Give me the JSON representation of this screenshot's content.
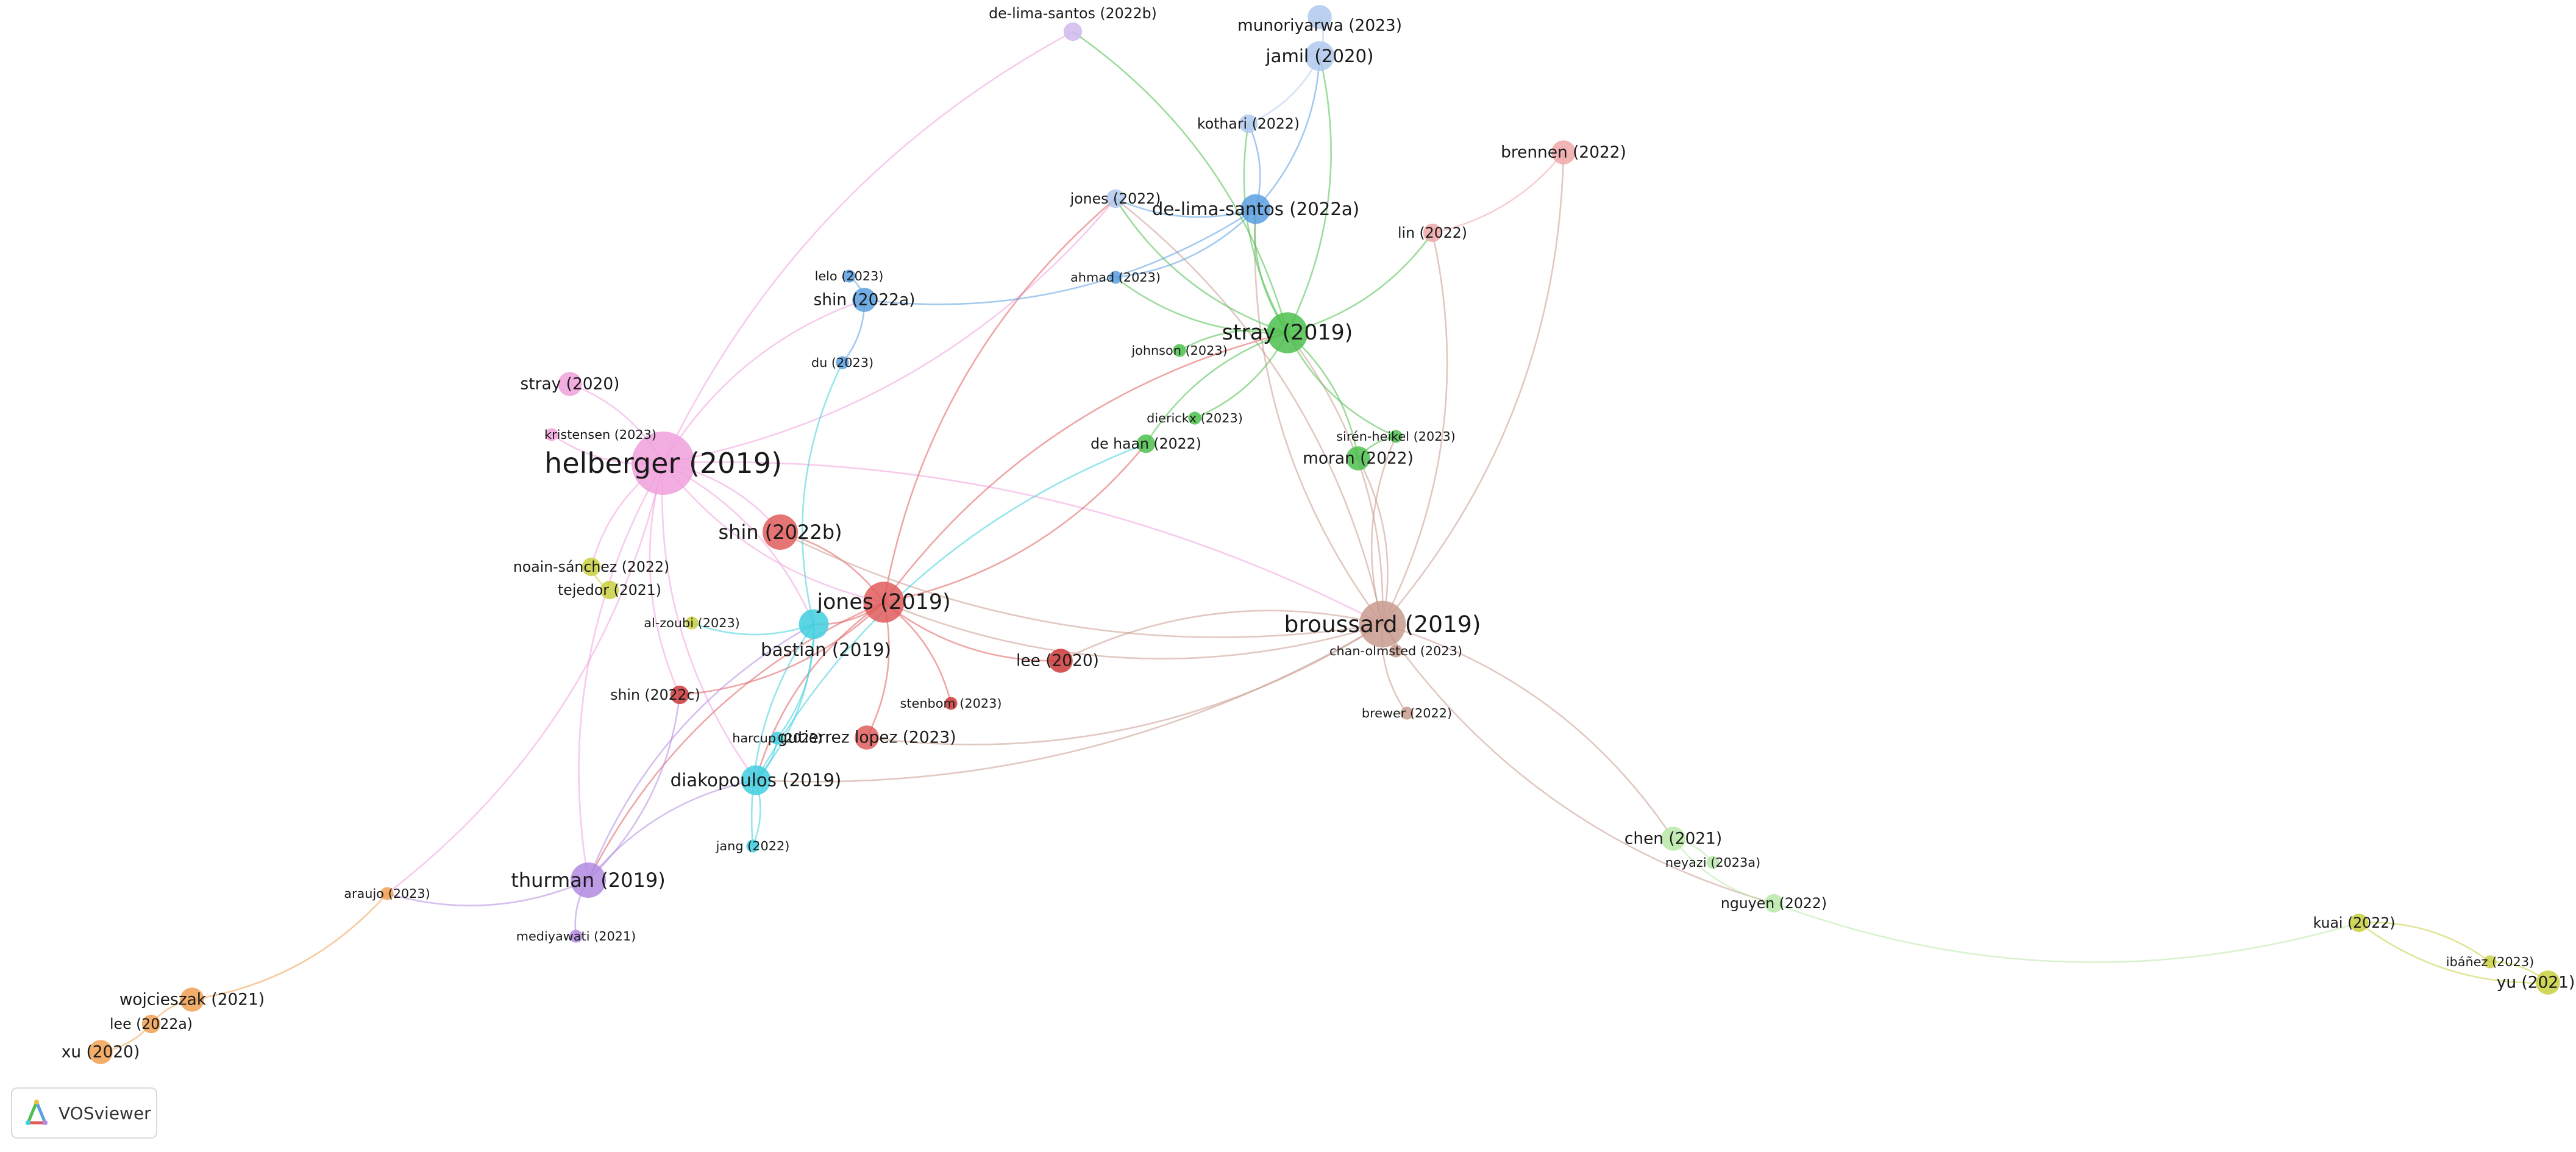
{
  "app": {
    "name": "VOSviewer",
    "logo_icon": "vosviewer-logo-icon"
  },
  "clusters": {
    "red": "#e05c5c",
    "green": "#4cbf4c",
    "blue": "#5a9fe0",
    "cyan": "#3fcfdf",
    "purple": "#b28ae0",
    "pink": "#f0a0dc",
    "brown": "#c89a8e",
    "orange": "#f0a050",
    "yellow": "#c8d040",
    "lightblue": "#b0c8ec",
    "lightred": "#f0a8a8",
    "lightgreen": "#b8e8a8",
    "lightpurple": "#d0b8ec",
    "darkred": "#cc3a3a"
  },
  "network": {
    "nodes": [
      {
        "id": "helberger",
        "label": "helberger (2019)",
        "weight": 10,
        "cluster": "pink"
      },
      {
        "id": "jones2019",
        "label": "jones (2019)",
        "weight": 6,
        "cluster": "red"
      },
      {
        "id": "broussard",
        "label": "broussard (2019)",
        "weight": 7,
        "cluster": "brown"
      },
      {
        "id": "stray2019",
        "label": "stray (2019)",
        "weight": 6,
        "cluster": "green"
      },
      {
        "id": "shin2022b",
        "label": "shin (2022b)",
        "weight": 5,
        "cluster": "red"
      },
      {
        "id": "thurman",
        "label": "thurman (2019)",
        "weight": 5,
        "cluster": "purple"
      },
      {
        "id": "diakopoulos",
        "label": "diakopoulos (2019)",
        "weight": 4,
        "cluster": "cyan"
      },
      {
        "id": "delima2022a",
        "label": "de-lima-santos (2022a)",
        "weight": 4,
        "cluster": "blue"
      },
      {
        "id": "jamil",
        "label": "jamil (2020)",
        "weight": 4,
        "cluster": "lightblue"
      },
      {
        "id": "bastian",
        "label": "bastian (2019)",
        "weight": 4,
        "cluster": "cyan"
      },
      {
        "id": "shin2022a",
        "label": "shin (2022a)",
        "weight": 3,
        "cluster": "blue"
      },
      {
        "id": "lee2020",
        "label": "lee (2020)",
        "weight": 3,
        "cluster": "darkred"
      },
      {
        "id": "munoriyarwa",
        "label": "munoriyarwa (2023)",
        "weight": 3,
        "cluster": "lightblue"
      },
      {
        "id": "brennen",
        "label": "brennen (2022)",
        "weight": 3,
        "cluster": "lightred"
      },
      {
        "id": "moran",
        "label": "moran (2022)",
        "weight": 3,
        "cluster": "green"
      },
      {
        "id": "gutierrez",
        "label": "gutierrez lopez (2023)",
        "weight": 3,
        "cluster": "red"
      },
      {
        "id": "chen",
        "label": "chen (2021)",
        "weight": 3,
        "cluster": "lightgreen"
      },
      {
        "id": "wojcieszak",
        "label": "wojcieszak (2021)",
        "weight": 3,
        "cluster": "orange"
      },
      {
        "id": "xu",
        "label": "xu (2020)",
        "weight": 3,
        "cluster": "orange"
      },
      {
        "id": "yu",
        "label": "yu (2021)",
        "weight": 3,
        "cluster": "yellow"
      },
      {
        "id": "stray2020",
        "label": "stray (2020)",
        "weight": 3,
        "cluster": "pink"
      },
      {
        "id": "dehaan",
        "label": "de haan (2022)",
        "weight": 2,
        "cluster": "green"
      },
      {
        "id": "kothari",
        "label": "kothari (2022)",
        "weight": 2,
        "cluster": "lightblue"
      },
      {
        "id": "jones2022",
        "label": "jones (2022)",
        "weight": 2,
        "cluster": "lightblue"
      },
      {
        "id": "lin",
        "label": "lin (2022)",
        "weight": 2,
        "cluster": "lightred"
      },
      {
        "id": "noain",
        "label": "noain-sánchez (2022)",
        "weight": 2,
        "cluster": "yellow"
      },
      {
        "id": "tejedor",
        "label": "tejedor (2021)",
        "weight": 2,
        "cluster": "yellow"
      },
      {
        "id": "shin2022c",
        "label": "shin (2022c)",
        "weight": 2,
        "cluster": "darkred"
      },
      {
        "id": "nguyen",
        "label": "nguyen (2022)",
        "weight": 2,
        "cluster": "lightgreen"
      },
      {
        "id": "kuai",
        "label": "kuai (2022)",
        "weight": 2,
        "cluster": "yellow"
      },
      {
        "id": "lee2022a",
        "label": "lee (2022a)",
        "weight": 2,
        "cluster": "orange"
      },
      {
        "id": "delima2022b",
        "label": "de-lima-santos (2022b)",
        "weight": 2,
        "cluster": "lightpurple"
      },
      {
        "id": "johnson",
        "label": "johnson (2023)",
        "weight": 1,
        "cluster": "green"
      },
      {
        "id": "dierickx",
        "label": "dierickx (2023)",
        "weight": 1,
        "cluster": "green"
      },
      {
        "id": "siren",
        "label": "sirén-heikel (2023)",
        "weight": 1,
        "cluster": "green"
      },
      {
        "id": "kristensen",
        "label": "kristensen (2023)",
        "weight": 1,
        "cluster": "pink"
      },
      {
        "id": "lelo",
        "label": "lelo (2023)",
        "weight": 1,
        "cluster": "blue"
      },
      {
        "id": "du",
        "label": "du (2023)",
        "weight": 1,
        "cluster": "blue"
      },
      {
        "id": "ahmad",
        "label": "ahmad (2023)",
        "weight": 1,
        "cluster": "blue"
      },
      {
        "id": "alzoubi",
        "label": "al-zoubi (2023)",
        "weight": 1,
        "cluster": "yellow"
      },
      {
        "id": "stenbom",
        "label": "stenbom (2023)",
        "weight": 1,
        "cluster": "darkred"
      },
      {
        "id": "harcup",
        "label": "harcup (2023)",
        "weight": 1,
        "cluster": "cyan"
      },
      {
        "id": "jang",
        "label": "jang (2022)",
        "weight": 1,
        "cluster": "cyan"
      },
      {
        "id": "chanolmsted",
        "label": "chan-olmsted (2023)",
        "weight": 1,
        "cluster": "brown"
      },
      {
        "id": "brewer",
        "label": "brewer (2022)",
        "weight": 1,
        "cluster": "brown"
      },
      {
        "id": "neyazi",
        "label": "neyazi (2023a)",
        "weight": 1,
        "cluster": "lightgreen"
      },
      {
        "id": "ibanez",
        "label": "ibáñez (2023)",
        "weight": 1,
        "cluster": "yellow"
      },
      {
        "id": "araujo",
        "label": "araujo (2023)",
        "weight": 1,
        "cluster": "orange"
      },
      {
        "id": "mediyawati",
        "label": "mediyawati (2021)",
        "weight": 1,
        "cluster": "purple"
      }
    ],
    "links": [
      [
        "helberger",
        "jones2019"
      ],
      [
        "helberger",
        "shin2022b"
      ],
      [
        "helberger",
        "thurman"
      ],
      [
        "helberger",
        "broussard"
      ],
      [
        "helberger",
        "stray2020"
      ],
      [
        "helberger",
        "kristensen"
      ],
      [
        "helberger",
        "noain"
      ],
      [
        "helberger",
        "shin2022a"
      ],
      [
        "helberger",
        "jones2022"
      ],
      [
        "helberger",
        "bastian"
      ],
      [
        "helberger",
        "diakopoulos"
      ],
      [
        "helberger",
        "araujo"
      ],
      [
        "helberger",
        "shin2022c"
      ],
      [
        "helberger",
        "delima2022b"
      ],
      [
        "jones2019",
        "broussard"
      ],
      [
        "jones2019",
        "bastian"
      ],
      [
        "jones2019",
        "lee2020"
      ],
      [
        "jones2019",
        "stray2019"
      ],
      [
        "jones2019",
        "diakopoulos"
      ],
      [
        "jones2019",
        "gutierrez"
      ],
      [
        "jones2019",
        "shin2022b"
      ],
      [
        "jones2019",
        "stenbom"
      ],
      [
        "jones2019",
        "thurman"
      ],
      [
        "jones2019",
        "jones2022"
      ],
      [
        "jones2019",
        "dehaan"
      ],
      [
        "jones2019",
        "shin2022c"
      ],
      [
        "broussard",
        "stray2019"
      ],
      [
        "broussard",
        "delima2022a"
      ],
      [
        "broussard",
        "moran"
      ],
      [
        "broussard",
        "chen"
      ],
      [
        "broussard",
        "lin"
      ],
      [
        "broussard",
        "gutierrez"
      ],
      [
        "broussard",
        "lee2020"
      ],
      [
        "broussard",
        "diakopoulos"
      ],
      [
        "broussard",
        "nguyen"
      ],
      [
        "broussard",
        "chanolmsted"
      ],
      [
        "broussard",
        "brewer"
      ],
      [
        "broussard",
        "siren"
      ],
      [
        "broussard",
        "jones2022"
      ],
      [
        "broussard",
        "shin2022b"
      ],
      [
        "broussard",
        "brennen"
      ],
      [
        "stray2019",
        "delima2022a"
      ],
      [
        "stray2019",
        "johnson"
      ],
      [
        "stray2019",
        "dierickx"
      ],
      [
        "stray2019",
        "dehaan"
      ],
      [
        "stray2019",
        "moran"
      ],
      [
        "stray2019",
        "siren"
      ],
      [
        "stray2019",
        "ahmad"
      ],
      [
        "stray2019",
        "jamil"
      ],
      [
        "stray2019",
        "kothari"
      ],
      [
        "stray2019",
        "lin"
      ],
      [
        "stray2019",
        "jones2022"
      ],
      [
        "delima2022a",
        "jamil"
      ],
      [
        "delima2022a",
        "shin2022a"
      ],
      [
        "delima2022a",
        "kothari"
      ],
      [
        "delima2022a",
        "ahmad"
      ],
      [
        "jamil",
        "munoriyarwa"
      ],
      [
        "jamil",
        "kothari"
      ],
      [
        "shin2022a",
        "lelo"
      ],
      [
        "shin2022a",
        "du"
      ],
      [
        "du",
        "bastian"
      ],
      [
        "bastian",
        "diakopoulos"
      ],
      [
        "bastian",
        "thurman"
      ],
      [
        "bastian",
        "harcup"
      ],
      [
        "bastian",
        "jang"
      ],
      [
        "bastian",
        "alzoubi"
      ],
      [
        "diakopoulos",
        "thurman"
      ],
      [
        "diakopoulos",
        "jang"
      ],
      [
        "diakopoulos",
        "harcup"
      ],
      [
        "diakopoulos",
        "dehaan"
      ],
      [
        "thurman",
        "mediyawati"
      ],
      [
        "thurman",
        "araujo"
      ],
      [
        "thurman",
        "shin2022c"
      ],
      [
        "araujo",
        "wojcieszak"
      ],
      [
        "wojcieszak",
        "lee2022a"
      ],
      [
        "lee2022a",
        "xu"
      ],
      [
        "chen",
        "nguyen"
      ],
      [
        "chen",
        "neyazi"
      ],
      [
        "nguyen",
        "kuai"
      ],
      [
        "kuai",
        "ibanez"
      ],
      [
        "kuai",
        "yu"
      ],
      [
        "ibanez",
        "yu"
      ],
      [
        "lin",
        "brennen"
      ],
      [
        "moran",
        "siren"
      ],
      [
        "noain",
        "tejedor"
      ],
      [
        "delima2022b",
        "stray2019"
      ],
      [
        "jones2022",
        "delima2022a"
      ]
    ]
  }
}
